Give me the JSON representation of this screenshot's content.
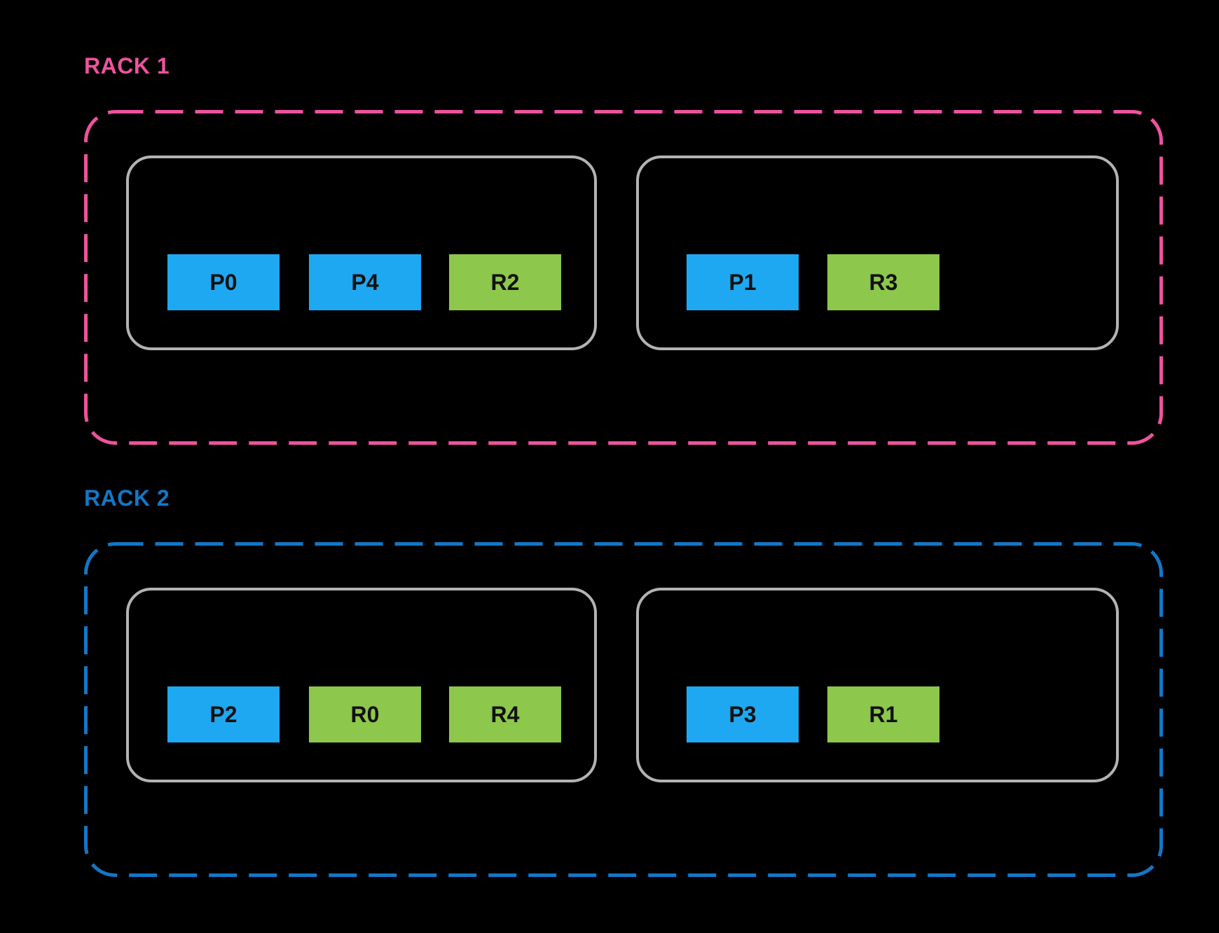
{
  "colors": {
    "background": "#000000",
    "rack1_accent": "#EC539E",
    "rack2_accent": "#1377C6",
    "partition_blue": "#1FA8F2",
    "replica_green": "#8DC74B",
    "node_border_gray": "#B3B3B3",
    "box_label_black": "#111111"
  },
  "racks": [
    {
      "label": "RACK 1",
      "accent": "#EC539E",
      "nodes": [
        {
          "boxes": [
            {
              "label": "P0",
              "type": "partition"
            },
            {
              "label": "P4",
              "type": "partition"
            },
            {
              "label": "R2",
              "type": "replica"
            }
          ]
        },
        {
          "boxes": [
            {
              "label": "P1",
              "type": "partition"
            },
            {
              "label": "R3",
              "type": "replica"
            }
          ]
        }
      ]
    },
    {
      "label": "RACK 2",
      "accent": "#1377C6",
      "nodes": [
        {
          "boxes": [
            {
              "label": "P2",
              "type": "partition"
            },
            {
              "label": "R0",
              "type": "replica"
            },
            {
              "label": "R4",
              "type": "replica"
            }
          ]
        },
        {
          "boxes": [
            {
              "label": "P3",
              "type": "partition"
            },
            {
              "label": "R1",
              "type": "replica"
            }
          ]
        }
      ]
    }
  ]
}
